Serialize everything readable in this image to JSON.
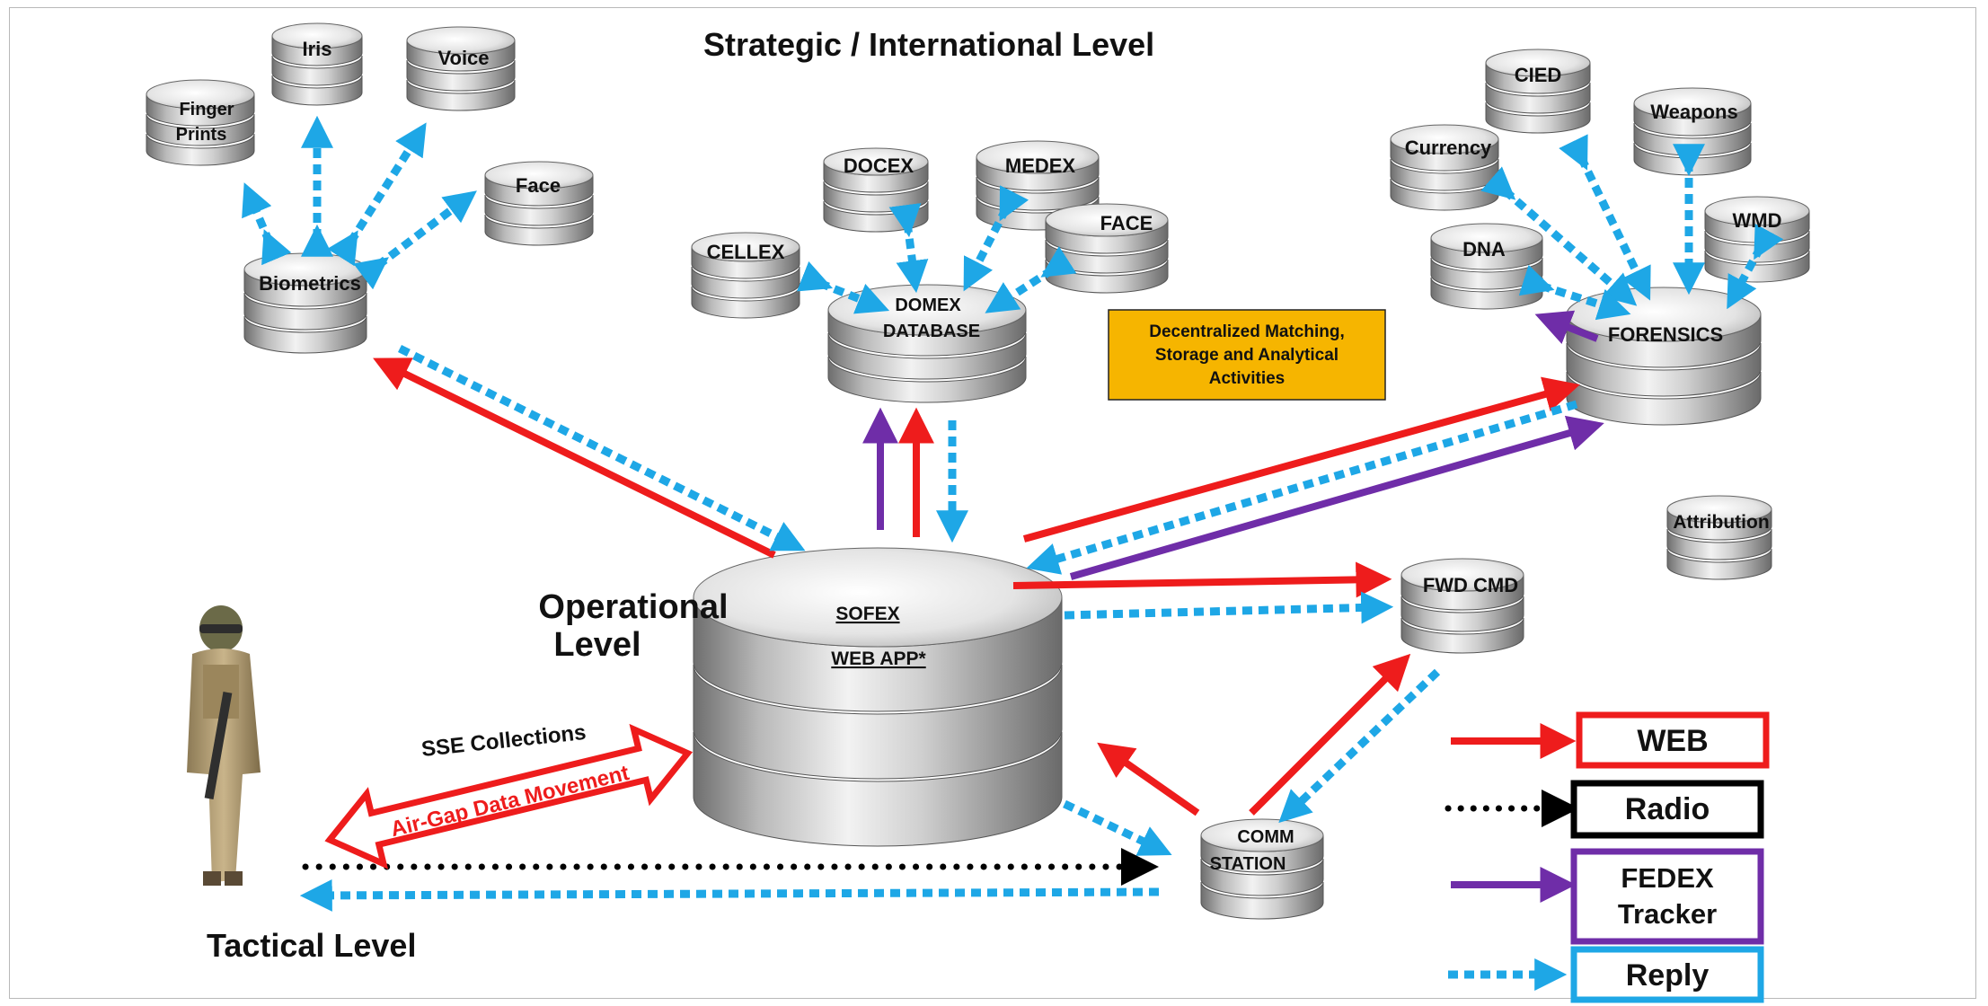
{
  "headings": {
    "strategic": "Strategic / International Level",
    "operational_line1": "Operational",
    "operational_line2": "Level",
    "tactical": "Tactical Level"
  },
  "databases": {
    "finger_prints_1": "Finger",
    "finger_prints_2": "Prints",
    "iris": "Iris",
    "voice": "Voice",
    "face_bio": "Face",
    "biometrics": "Biometrics",
    "docex": "DOCEX",
    "medex": "MEDEX",
    "face_domex": "FACE",
    "cellex": "CELLEX",
    "domex_1": "DOMEX",
    "domex_2": "DATABASE",
    "cied": "CIED",
    "currency": "Currency",
    "weapons": "Weapons",
    "wmd": "WMD",
    "dna": "DNA",
    "forensics": "FORENSICS",
    "attribution": "Attribution",
    "fwd_cmd": "FWD CMD",
    "sofex_1": "SOFEX",
    "sofex_2": "WEB APP*",
    "comm_1": "COMM",
    "comm_2": "STATION"
  },
  "callout": {
    "line1": "Decentralized Matching,",
    "line2": "Storage and Analytical",
    "line3": "Activities"
  },
  "flow_labels": {
    "sse": "SSE Collections",
    "air_gap": "Air-Gap Data Movement"
  },
  "legend": [
    {
      "label": "WEB",
      "color": "#ee1c1c",
      "style": "solid"
    },
    {
      "label": "Radio",
      "color": "#000000",
      "style": "dotted"
    },
    {
      "label": "FEDEX Tracker",
      "color": "#6f2da8",
      "style": "solid"
    },
    {
      "label": "Reply",
      "color": "#1ea7e6",
      "style": "dashed"
    }
  ],
  "colors": {
    "web": "#ee1c1c",
    "radio": "#000000",
    "fedex": "#6f2da8",
    "reply": "#1ea7e6",
    "callout_fill": "#f6b500"
  }
}
